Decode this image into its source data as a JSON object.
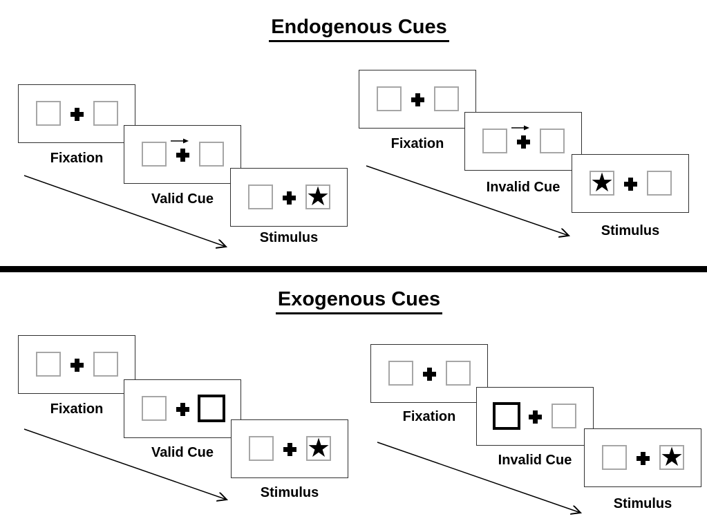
{
  "sections": [
    {
      "title": "Endogenous Cues",
      "groups": [
        {
          "name": "endogenous-valid-trial",
          "panels": [
            {
              "label": "Fixation",
              "cue": "none",
              "star": "none"
            },
            {
              "label": "Valid Cue",
              "cue": "arrow-right",
              "star": "none"
            },
            {
              "label": "Stimulus",
              "cue": "none",
              "star": "right"
            }
          ]
        },
        {
          "name": "endogenous-invalid-trial",
          "panels": [
            {
              "label": "Fixation",
              "cue": "none",
              "star": "none"
            },
            {
              "label": "Invalid Cue",
              "cue": "arrow-right",
              "star": "none"
            },
            {
              "label": "Stimulus",
              "cue": "none",
              "star": "left"
            }
          ]
        }
      ]
    },
    {
      "title": "Exogenous Cues",
      "groups": [
        {
          "name": "exogenous-valid-trial",
          "panels": [
            {
              "label": "Fixation",
              "cue": "none",
              "star": "none"
            },
            {
              "label": "Valid Cue",
              "cue": "thick-box-right",
              "star": "none"
            },
            {
              "label": "Stimulus",
              "cue": "none",
              "star": "right"
            }
          ]
        },
        {
          "name": "exogenous-invalid-trial",
          "panels": [
            {
              "label": "Fixation",
              "cue": "none",
              "star": "none"
            },
            {
              "label": "Invalid Cue",
              "cue": "thick-box-left",
              "star": "none"
            },
            {
              "label": "Stimulus",
              "cue": "none",
              "star": "right"
            }
          ]
        }
      ]
    }
  ],
  "glyphs": {
    "star": "★"
  },
  "colors": {
    "ink": "#000000",
    "panel_border": "#2f2f2f",
    "square_border": "#a6a6a6",
    "background": "#ffffff"
  }
}
